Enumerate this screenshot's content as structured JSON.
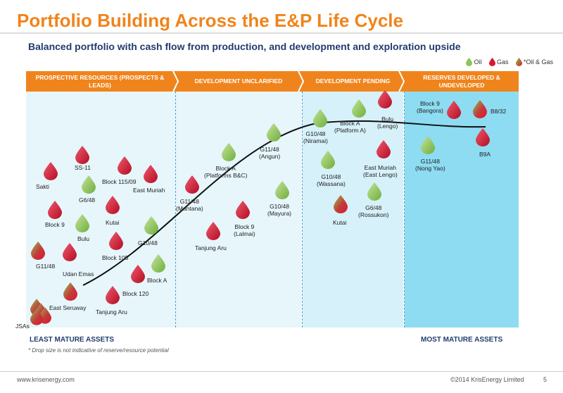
{
  "header": {
    "title": "Portfolio Building Across the E&P Life Cycle",
    "subtitle": "Balanced portfolio with cash flow from production, and development and exploration upside"
  },
  "legend": {
    "oil": "Oil",
    "gas": "Gas",
    "oil_gas": "*Oil & Gas"
  },
  "colors": {
    "oil": "#8cc653",
    "gas": "#d9182f",
    "accent": "#f0841c",
    "navy": "#1f3d6e"
  },
  "stages": [
    "PROSPECTIVE RESOURCES\n(PROSPECTS & LEADS)",
    "DEVELOPMENT UNCLARIFIED",
    "DEVELOPMENT PENDING",
    "RESERVES DEVELOPED\n& UNDEVELOPED"
  ],
  "assets": [
    {
      "label": "Sakti",
      "type": "gas"
    },
    {
      "label": "SS-11",
      "type": "gas"
    },
    {
      "label": "G6/48",
      "type": "oil"
    },
    {
      "label": "Block 115/09",
      "type": "gas"
    },
    {
      "label": "East Muriah",
      "type": "gas"
    },
    {
      "label": "Block 9",
      "type": "gas"
    },
    {
      "label": "Kutai",
      "type": "gas"
    },
    {
      "label": "Bulu",
      "type": "oil"
    },
    {
      "label": "G10/48",
      "type": "oil"
    },
    {
      "label": "G11/48",
      "type": "mixed"
    },
    {
      "label": "Block 105",
      "type": "gas"
    },
    {
      "label": "Udan Emas",
      "type": "gas"
    },
    {
      "label": "Block A",
      "type": "oil"
    },
    {
      "label": "Block 120",
      "type": "gas"
    },
    {
      "label": "East Seruway",
      "type": "mixed"
    },
    {
      "label": "Tanjung Aru",
      "type": "gas"
    },
    {
      "label": "JSAs",
      "type": "mixed"
    },
    {
      "label": "Block A\n(Platforms B&C)",
      "type": "oil"
    },
    {
      "label": "G11/48\n(Angun)",
      "type": "oil"
    },
    {
      "label": "G11/48\n(Mantana)",
      "type": "gas"
    },
    {
      "label": "Block 9\n(Lalmai)",
      "type": "gas"
    },
    {
      "label": "G10/48\n(Mayura)",
      "type": "oil"
    },
    {
      "label": "Tanjung Aru",
      "type": "gas"
    },
    {
      "label": "G10/48\n(Niramai)",
      "type": "oil"
    },
    {
      "label": "Block A\n(Platform A)",
      "type": "oil"
    },
    {
      "label": "Bulu\n(Lengo)",
      "type": "gas"
    },
    {
      "label": "G10/48\n(Wassana)",
      "type": "oil"
    },
    {
      "label": "East Muriah\n(East Lengo)",
      "type": "gas"
    },
    {
      "label": "G6/48\n(Rossukon)",
      "type": "oil"
    },
    {
      "label": "Kutai",
      "type": "mixed"
    },
    {
      "label": "Block 9\n(Bangora)",
      "type": "gas"
    },
    {
      "label": "B8/32",
      "type": "mixed"
    },
    {
      "label": "G11/48\n(Nong Yao)",
      "type": "oil"
    },
    {
      "label": "B9A",
      "type": "gas"
    }
  ],
  "axis": {
    "left": "LEAST MATURE ASSETS",
    "right": "MOST MATURE ASSETS"
  },
  "footnote": "* Drop size is not indicative of reserve/resource potential",
  "footer": {
    "url": "www.krisenergy.com",
    "copyright": "©2014 KrisEnergy Limited",
    "page": "5"
  }
}
